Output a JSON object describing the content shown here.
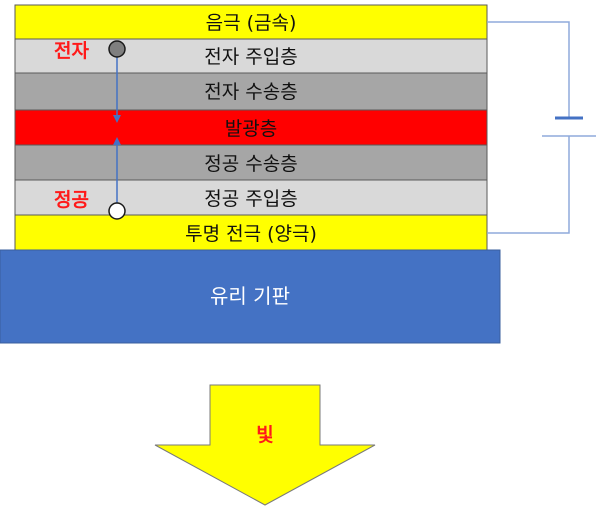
{
  "layers": [
    {
      "label": "음극 (금속)",
      "color": "#ffff00"
    },
    {
      "label": "전자 주입층",
      "color": "#d9d9d9"
    },
    {
      "label": "전자 수송층",
      "color": "#a6a6a6"
    },
    {
      "label": "발광층",
      "color": "#ff0000"
    },
    {
      "label": "정공 수송층",
      "color": "#a6a6a6"
    },
    {
      "label": "정공 주입층",
      "color": "#d9d9d9"
    },
    {
      "label": "투명 전극 (양극)",
      "color": "#ffff00"
    }
  ],
  "substrate": {
    "label": "유리 기판",
    "color": "#4472c4"
  },
  "carriers": {
    "electron": "전자",
    "hole": "정공"
  },
  "light": {
    "label": "빛",
    "color": "#ffff00"
  },
  "icons": {
    "battery": "battery-icon",
    "electron": "electron-dot-icon",
    "hole": "hole-dot-icon"
  }
}
